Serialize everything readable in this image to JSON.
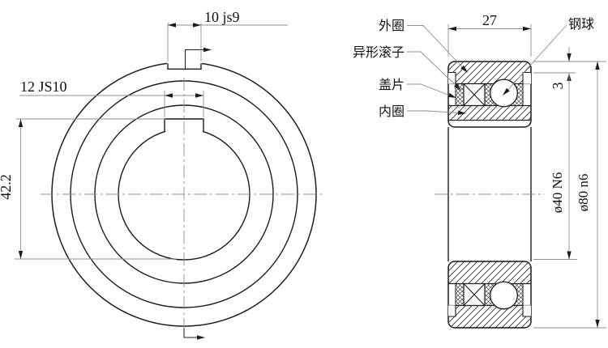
{
  "front_view": {
    "outer_keyway_dim": "10 js9",
    "bore_keyway_dim": "12 JS10",
    "keyway_height_dim": "42.2"
  },
  "section_view": {
    "width_dim": "27",
    "recess_depth_dim": "3",
    "bore_dim": "ø40 N6",
    "outer_dia_dim": "ø80 n6",
    "label_outer_ring": "外圈",
    "label_roller": "异形滚子",
    "label_cover_plate": "盖片",
    "label_inner_ring": "内圈",
    "label_steel_ball": "钢球"
  },
  "colors": {
    "line": "#1c1c1c",
    "dim_line": "#8f8f8f",
    "hatch": "#2b2b2b",
    "background": "#ffffff"
  }
}
